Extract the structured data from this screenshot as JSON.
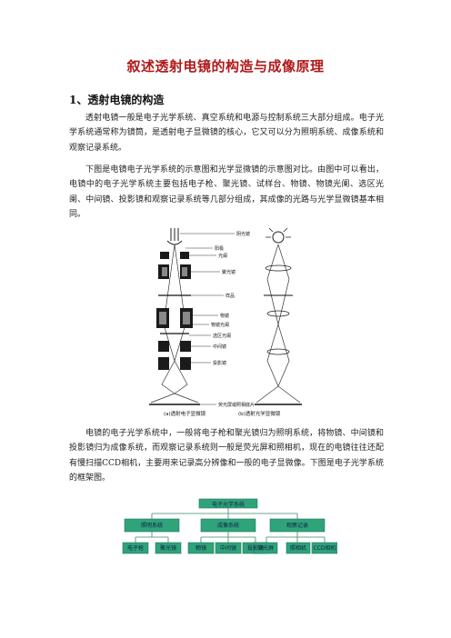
{
  "document": {
    "title": "叙述透射电镜的构造与成像原理",
    "section_heading": "1、透射电镜的构造",
    "paragraphs": [
      "透射电镜一般是电子光学系统、真空系统和电源与控制系统三大部分组成。电子光学系统通常称为镜筒，是透射电子显微镜的核心，它又可以分为照明系统、成像系统和观察记录系统。",
      "下图是电镜电子光学系统的示意图和光学显微镜的示意图对比。由图中可以看出，电镜中的电子光学系统主要包括电子枪、聚光镜、试样台、物镜、物镜光阑、选区光阑、中间镜、投影镜和观察记录系统等几部分组成，其成像的光路与光学显微镜基本相同。",
      "电镜的电子光学系统中，一般将电子枪和聚光镜归为照明系统，将物镜、中间镜和投影镜归为成像系统，而观察记录系统则一般是荧光屏和照相机，现在的电镜往往还配有慢扫描CCD相机，主要用来记录高分辨像和一般的电子显微像。下图是电子光学系统的框架图。"
    ]
  },
  "figure": {
    "labels": [
      "阴光镜",
      "阳极",
      "光阑",
      "聚光镜",
      "样品",
      "物镜",
      "物镜光阑",
      "选区光阑",
      "中间镜",
      "投影镜",
      "荧光屏或照相底片"
    ],
    "caption_left": "(a)透射电子显微镜",
    "caption_right": "(b)透射光学显微镜"
  },
  "block_diagram": {
    "root": "电子光学系统",
    "groups": [
      "照明系统",
      "成像系统",
      "观察记录"
    ],
    "leaves": [
      "电子枪",
      "聚光镜",
      "物镜",
      "中间镜",
      "投影镜",
      "荧光屏",
      "照相机",
      "CCD相机"
    ],
    "colors": {
      "box_fill": "#2fa37a",
      "line": "#3a8a6a",
      "text": "#10204a"
    }
  }
}
